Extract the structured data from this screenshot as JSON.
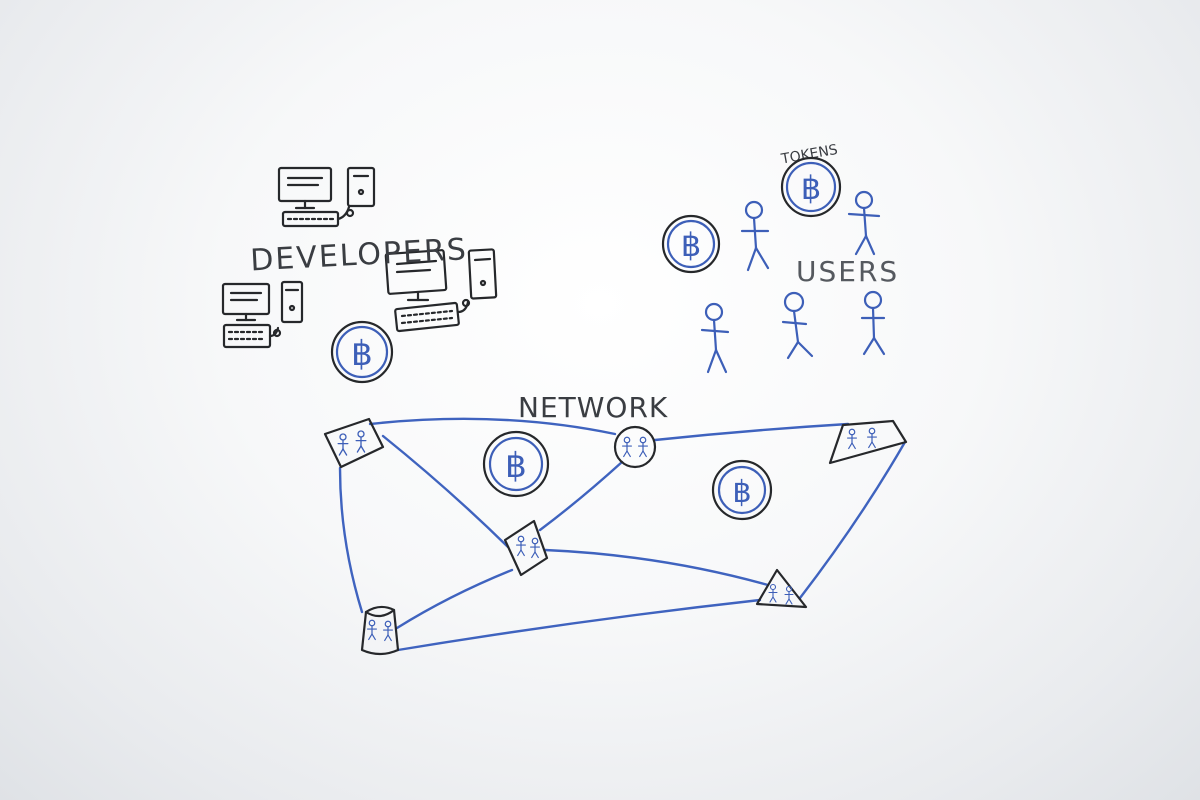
{
  "labels": {
    "developers": "DEVELOPERS",
    "users": "USERS",
    "tokens": "TOKENS",
    "network": "NETWORK"
  },
  "token_glyph": "฿",
  "colors": {
    "marker_black": "#26282b",
    "marker_blue": "#3d5fb8",
    "board": "#f7f8f9"
  }
}
